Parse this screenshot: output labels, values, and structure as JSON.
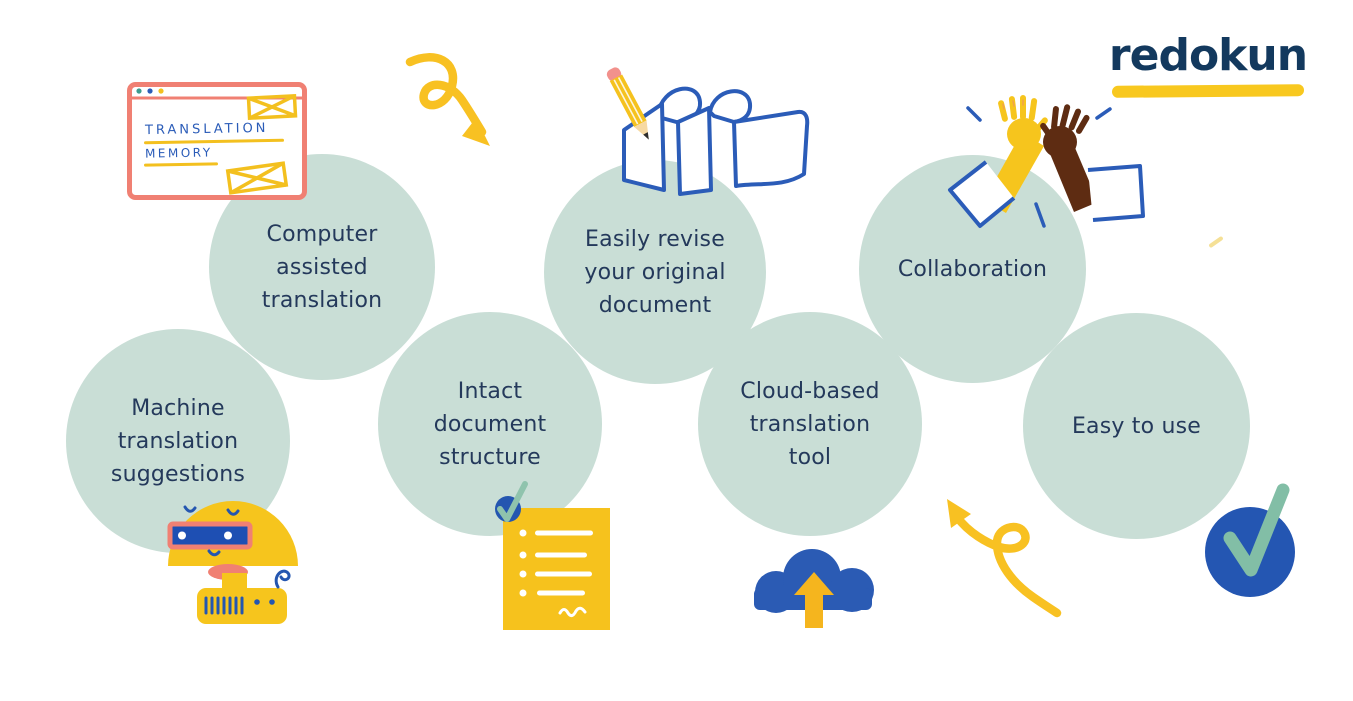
{
  "logo": {
    "text": "redokun"
  },
  "translation_memory_window": {
    "line1": "TRANSLATION",
    "line2": "MEMORY"
  },
  "features": [
    {
      "id": "computer-assisted-translation",
      "label": "Computer\nassisted\ntranslation"
    },
    {
      "id": "machine-translation-suggestions",
      "label": "Machine\ntranslation\nsuggestions"
    },
    {
      "id": "intact-document-structure",
      "label": "Intact\ndocument\nstructure"
    },
    {
      "id": "easily-revise-original-document",
      "label": "Easily revise\nyour original\ndocument"
    },
    {
      "id": "cloud-based-translation-tool",
      "label": "Cloud-based\ntranslation\ntool"
    },
    {
      "id": "collaboration",
      "label": "Collaboration"
    },
    {
      "id": "easy-to-use",
      "label": "Easy to use"
    }
  ],
  "illustrations": [
    {
      "name": "browser-window-translation-memory-icon"
    },
    {
      "name": "curved-arrow-down-icon"
    },
    {
      "name": "pencil-writing-accordion-paper-icon"
    },
    {
      "name": "high-five-hands-icon"
    },
    {
      "name": "robot-icon"
    },
    {
      "name": "checklist-document-icon"
    },
    {
      "name": "cloud-upload-icon"
    },
    {
      "name": "curved-arrow-up-icon"
    },
    {
      "name": "checkmark-circle-icon"
    }
  ],
  "colors": {
    "background": "#ffffff",
    "circle_fill": "#c9ded6",
    "text_navy": "#24395b",
    "logo_navy": "#13395e",
    "brand_yellow": "#f6c21d",
    "coral": "#f08073",
    "brand_blue": "#2b5cb8",
    "solid_blue": "#2456b0",
    "teal_check": "#85bfa7",
    "brown": "#5e2c12",
    "eraser_pink": "#f2918c"
  }
}
